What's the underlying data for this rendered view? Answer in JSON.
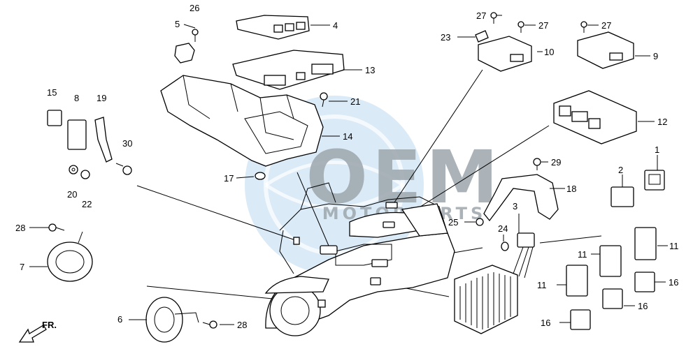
{
  "watermark": {
    "brand": "OEM",
    "tagline": "MOTORPARTS",
    "colors": {
      "globe": "#cfe3f4",
      "letters": "#9da6ad"
    }
  },
  "direction_label": "FR.",
  "callouts": [
    {
      "id": "c1",
      "text": "1"
    },
    {
      "id": "c2",
      "text": "2"
    },
    {
      "id": "c3",
      "text": "3"
    },
    {
      "id": "c4",
      "text": "4"
    },
    {
      "id": "c5",
      "text": "5"
    },
    {
      "id": "c6",
      "text": "6"
    },
    {
      "id": "c7",
      "text": "7"
    },
    {
      "id": "c8",
      "text": "8"
    },
    {
      "id": "c9",
      "text": "9"
    },
    {
      "id": "c10",
      "text": "10"
    },
    {
      "id": "c11a",
      "text": "11"
    },
    {
      "id": "c11b",
      "text": "11"
    },
    {
      "id": "c11c",
      "text": "11"
    },
    {
      "id": "c12",
      "text": "12"
    },
    {
      "id": "c13",
      "text": "13"
    },
    {
      "id": "c14",
      "text": "14"
    },
    {
      "id": "c15",
      "text": "15"
    },
    {
      "id": "c16a",
      "text": "16"
    },
    {
      "id": "c16b",
      "text": "16"
    },
    {
      "id": "c16c",
      "text": "16"
    },
    {
      "id": "c17",
      "text": "17"
    },
    {
      "id": "c18",
      "text": "18"
    },
    {
      "id": "c19",
      "text": "19"
    },
    {
      "id": "c20",
      "text": "20"
    },
    {
      "id": "c21",
      "text": "21"
    },
    {
      "id": "c22",
      "text": "22"
    },
    {
      "id": "c23",
      "text": "23"
    },
    {
      "id": "c24",
      "text": "24"
    },
    {
      "id": "c25",
      "text": "25"
    },
    {
      "id": "c26",
      "text": "26"
    },
    {
      "id": "c27a",
      "text": "27"
    },
    {
      "id": "c27b",
      "text": "27"
    },
    {
      "id": "c27c",
      "text": "27"
    },
    {
      "id": "c28a",
      "text": "28"
    },
    {
      "id": "c28b",
      "text": "28"
    },
    {
      "id": "c29",
      "text": "29"
    },
    {
      "id": "c30",
      "text": "30"
    }
  ]
}
